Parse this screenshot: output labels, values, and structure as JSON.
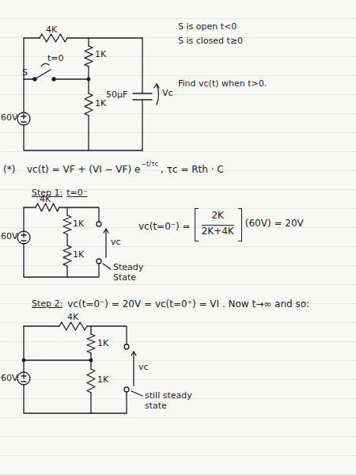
{
  "diagram": {
    "labels": [
      "4K",
      "1K",
      "1K",
      "S",
      "t=0",
      "60V",
      "50μF",
      "Vc",
      "S is open t<0",
      "S is closed t≥0",
      "Find vc(t) when t>0.",
      "(*)",
      "vc(t) = VF + (VI − VF) e",
      "−t/τc",
      ", τc = Rth · C",
      "Step 1:",
      "t=0⁻",
      "4K",
      "60V",
      "1K",
      "1K",
      "vc",
      "Steady State",
      "vc(t=0⁻) =",
      "2K",
      "2K+4K",
      "(60V) = 20V",
      "Step 2:",
      "vc(t=0⁻) = 20V = vc(t=0⁺) = VI . Now t→∞ and so:",
      "4K",
      "1K",
      "1K",
      "60V",
      "vc",
      "still steady state"
    ]
  }
}
